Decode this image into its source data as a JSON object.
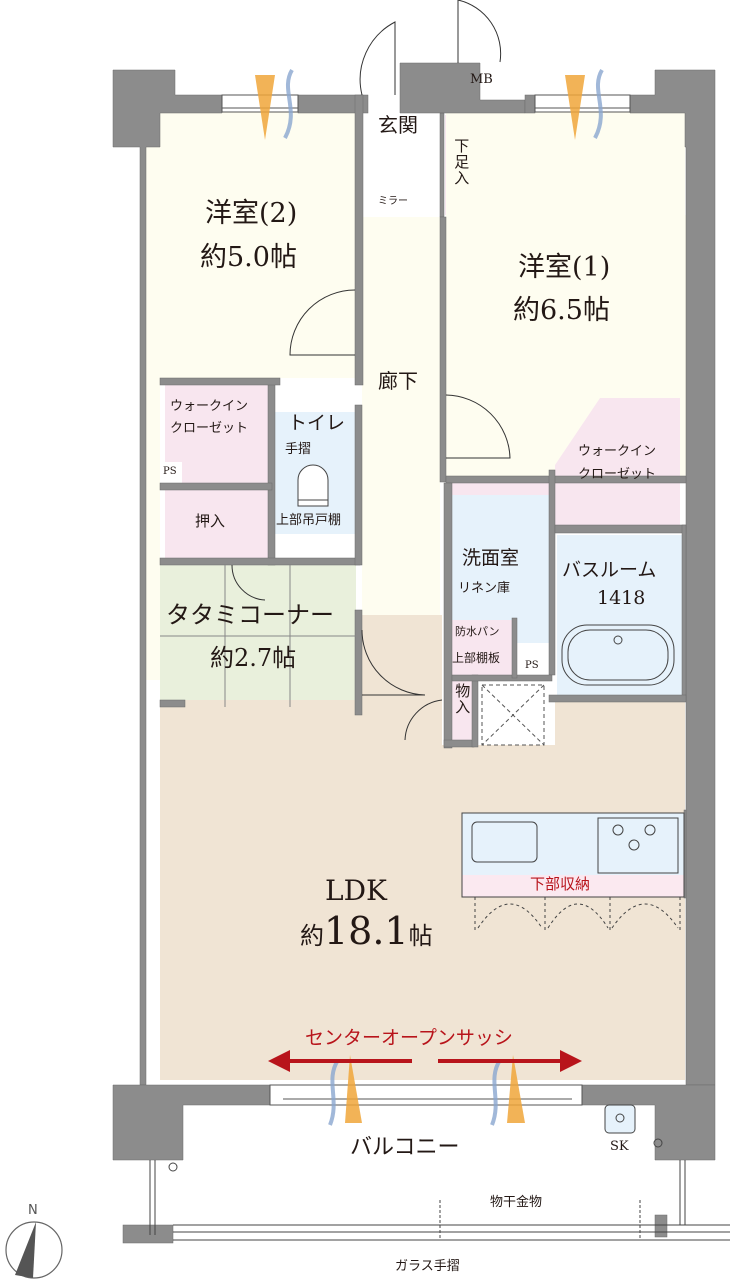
{
  "plan": {
    "compass_label": "N",
    "rooms": {
      "western2": {
        "name": "洋室(2)",
        "area": "約5.0帖"
      },
      "western1": {
        "name": "洋室(1)",
        "area": "約6.5帖"
      },
      "entrance": {
        "name": "玄関"
      },
      "shoe_storage": {
        "name": "下足入"
      },
      "mirror": {
        "name": "ミラー"
      },
      "meter_box": {
        "name": "MB"
      },
      "hallway": {
        "name": "廊下"
      },
      "wic_left": {
        "line1": "ウォークイン",
        "line2": "クローゼット"
      },
      "wic_right": {
        "line1": "ウォークイン",
        "line2": "クローゼット"
      },
      "ps_left": {
        "name": "PS"
      },
      "ps_right": {
        "name": "PS"
      },
      "closet": {
        "name": "押入"
      },
      "toilet": {
        "name": "トイレ",
        "handrail": "手摺",
        "upper_cabinet": "上部吊戸棚"
      },
      "washroom": {
        "name": "洗面室",
        "linen": "リネン庫"
      },
      "waterproof_pan": {
        "line1": "防水パン",
        "line2": "上部棚板"
      },
      "bathroom": {
        "name": "バスルーム",
        "size": "1418"
      },
      "tatami": {
        "name": "タタミコーナー",
        "area": "約2.7帖"
      },
      "storage": {
        "name": "物入"
      },
      "ldk": {
        "name": "LDK",
        "area_prefix": "約",
        "area_value": "18.1",
        "area_suffix": "帖"
      },
      "kitchen_storage": {
        "name": "下部収納"
      },
      "sash": {
        "name": "センターオープンサッシ"
      },
      "balcony": {
        "name": "バルコニー",
        "sink": "SK",
        "laundry": "物干金物",
        "railing": "ガラス手摺"
      }
    },
    "colors": {
      "wall": "#8c8c8c",
      "western": "#fefdf0",
      "closet": "#f8e6ef",
      "wet": "#e6f2fb",
      "tatami": "#e9f0dc",
      "ldk": "#f0e4d4",
      "accent_red": "#b8141b",
      "airflow_orange": "#f0a63a",
      "airflow_blue": "#8aa6cf"
    }
  }
}
